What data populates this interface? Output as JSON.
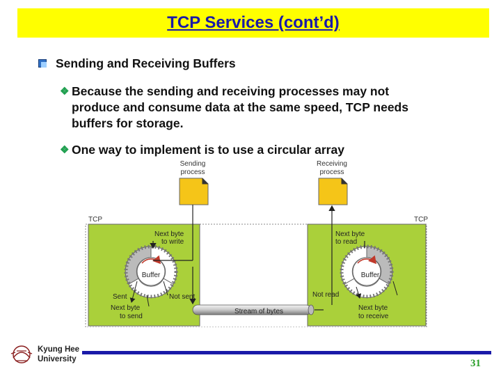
{
  "slide": {
    "title": "TCP Services (cont’d)",
    "bullet": "Sending and Receiving Buffers",
    "sub_bullets": [
      [
        "Because the sending and receiving processes may not",
        "produce and consume data at the same speed, TCP needs",
        "buffers for storage."
      ],
      [
        "One way to implement is to use a circular array"
      ]
    ]
  },
  "diagram": {
    "sending_process": [
      "Sending",
      "process"
    ],
    "receiving_process": [
      "Receiving",
      "process"
    ],
    "tcp_left": "TCP",
    "tcp_right": "TCP",
    "left": {
      "next_write": [
        "Next byte",
        "to write"
      ],
      "buffer": "Buffer",
      "sent": "Sent",
      "not_sent": "Not sent",
      "next_send": [
        "Next byte",
        "to send"
      ]
    },
    "right": {
      "next_read": [
        "Next byte",
        "to read"
      ],
      "buffer": "Buffer",
      "not_read": "Not read",
      "next_receive": [
        "Next byte",
        "to receive"
      ]
    },
    "stream": "Stream of bytes",
    "colors": {
      "panel": "#aad03a",
      "paper": "#f5c518"
    }
  },
  "footer": {
    "university": [
      "Kyung Hee",
      "University"
    ],
    "page": "31"
  }
}
